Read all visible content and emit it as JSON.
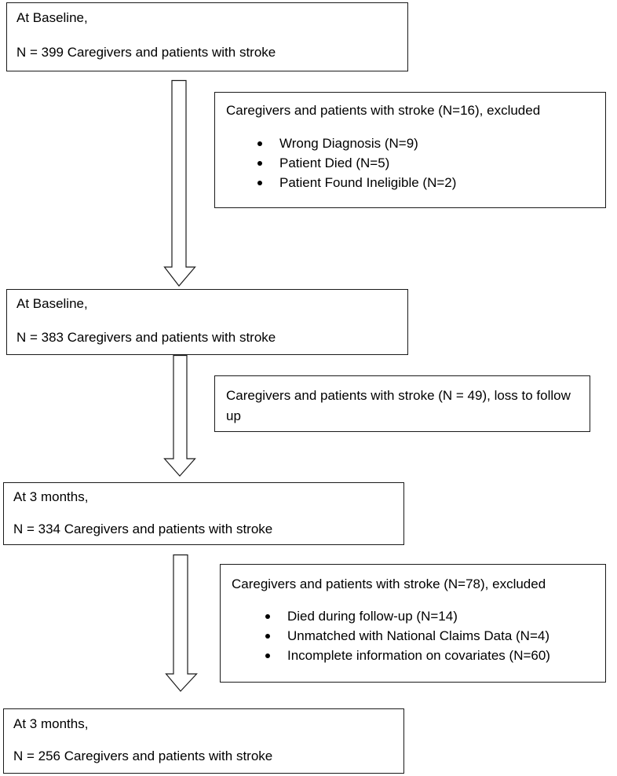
{
  "boxes": [
    {
      "line1": "At Baseline,",
      "line2": "N = 399 Caregivers and patients with stroke"
    },
    {
      "line1": "At Baseline,",
      "line2": "N = 383 Caregivers and patients with stroke"
    },
    {
      "line1": "At 3 months,",
      "line2": "N = 334 Caregivers and patients with stroke"
    },
    {
      "line1": "At 3 months,",
      "line2": "N = 256 Caregivers and patients with stroke"
    }
  ],
  "exclusions": [
    {
      "heading": "Caregivers and patients with stroke (N=16), excluded",
      "items": [
        "Wrong Diagnosis (N=9)",
        "Patient Died (N=5)",
        "Patient Found Ineligible (N=2)"
      ]
    },
    {
      "heading": "Caregivers and patients with stroke (N = 49), loss to follow up",
      "items": []
    },
    {
      "heading": "Caregivers and patients with stroke (N=78), excluded",
      "items": [
        "Died during follow-up (N=14)",
        "Unmatched with National Claims Data (N=4)",
        "Incomplete information on covariates (N=60)"
      ]
    }
  ]
}
